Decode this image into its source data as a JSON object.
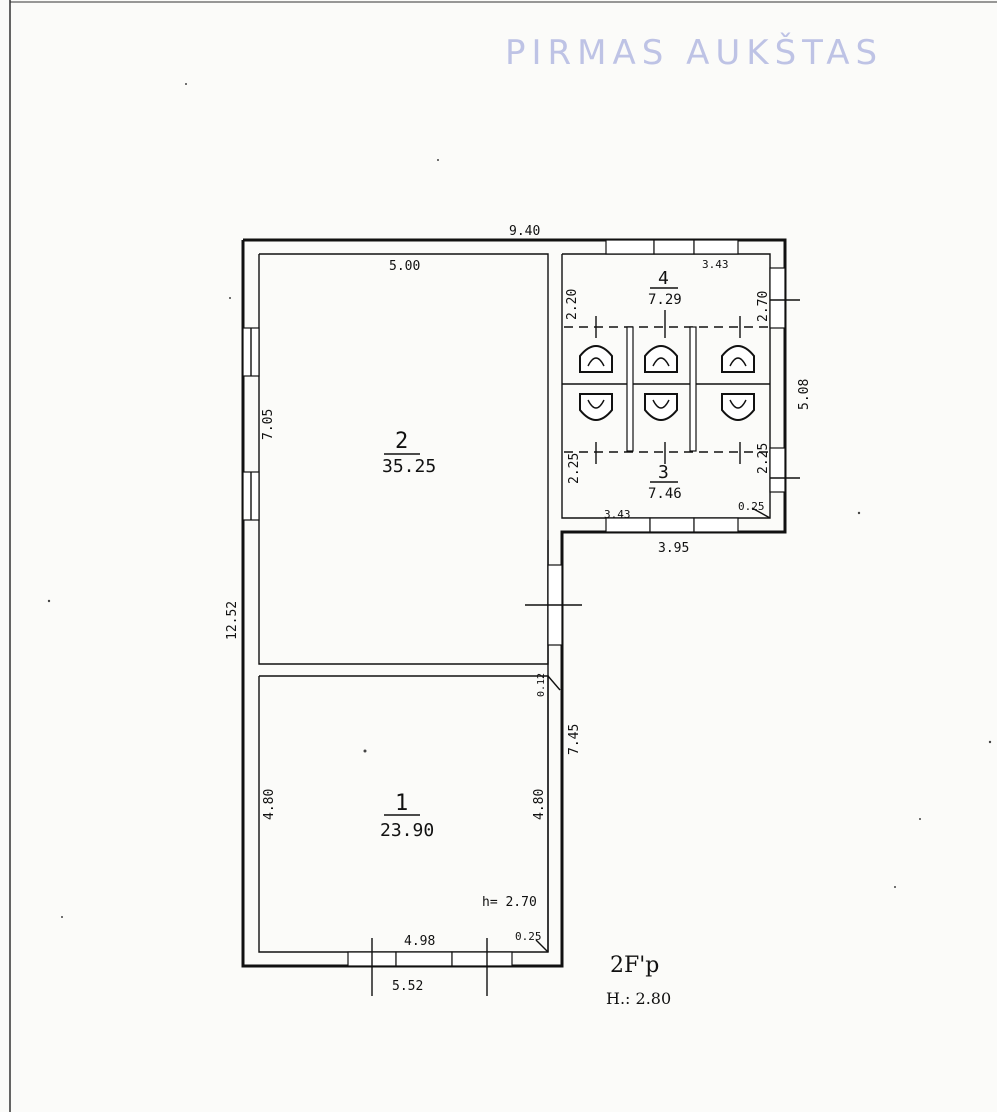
{
  "stamp_text": "PIRMAS AUKŠTAS",
  "dimensions": {
    "top_total": "9.40",
    "room2_top": "5.00",
    "room2_side": "7.05",
    "left_total": "12.52",
    "right_lower": "7.45",
    "room1_left": "4.80",
    "room1_right": "4.80",
    "room1_bottom_inner": "4.98",
    "room1_bottom_outer": "5.52",
    "corner_a": "0.25",
    "corner_b": "0.12",
    "wc_top": "3.43",
    "wc_left_upper": "2.20",
    "wc_right_upper": "2.70",
    "wc_right_total": "5.08",
    "wc_left_lower": "2.25",
    "wc_right_lower": "2.25",
    "wc_bottom_inner": "3.43",
    "wc_bottom_outer": "3.95",
    "wc_corner": "0.25"
  },
  "rooms": [
    {
      "number": "1",
      "area": "23.90"
    },
    {
      "number": "2",
      "area": "35.25"
    },
    {
      "number": "3",
      "area": "7.46"
    },
    {
      "number": "4",
      "area": "7.29"
    }
  ],
  "room1_height": "h= 2.70",
  "sheet_code": "2F'p",
  "floor_height": "H.: 2.80"
}
